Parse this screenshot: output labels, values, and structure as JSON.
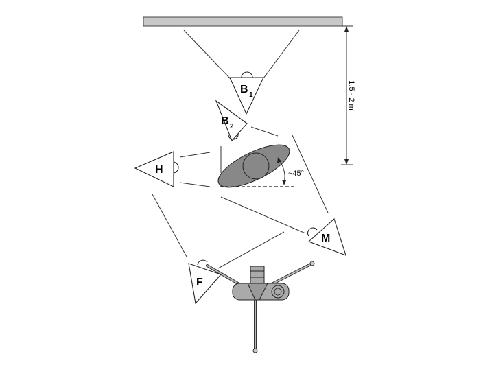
{
  "diagram": {
    "distance_label": "1.5 - 2 m",
    "angle_label": "~45°",
    "lights": {
      "b1": {
        "letter": "B",
        "subscript": "1"
      },
      "b2": {
        "letter": "B",
        "subscript": "2"
      },
      "h": {
        "letter": "H"
      },
      "m": {
        "letter": "M"
      },
      "f": {
        "letter": "F"
      }
    },
    "colors": {
      "subject": "#888888",
      "bar": "#c8c8c8",
      "camera": "#aaaaaa",
      "line": "#333333"
    }
  }
}
